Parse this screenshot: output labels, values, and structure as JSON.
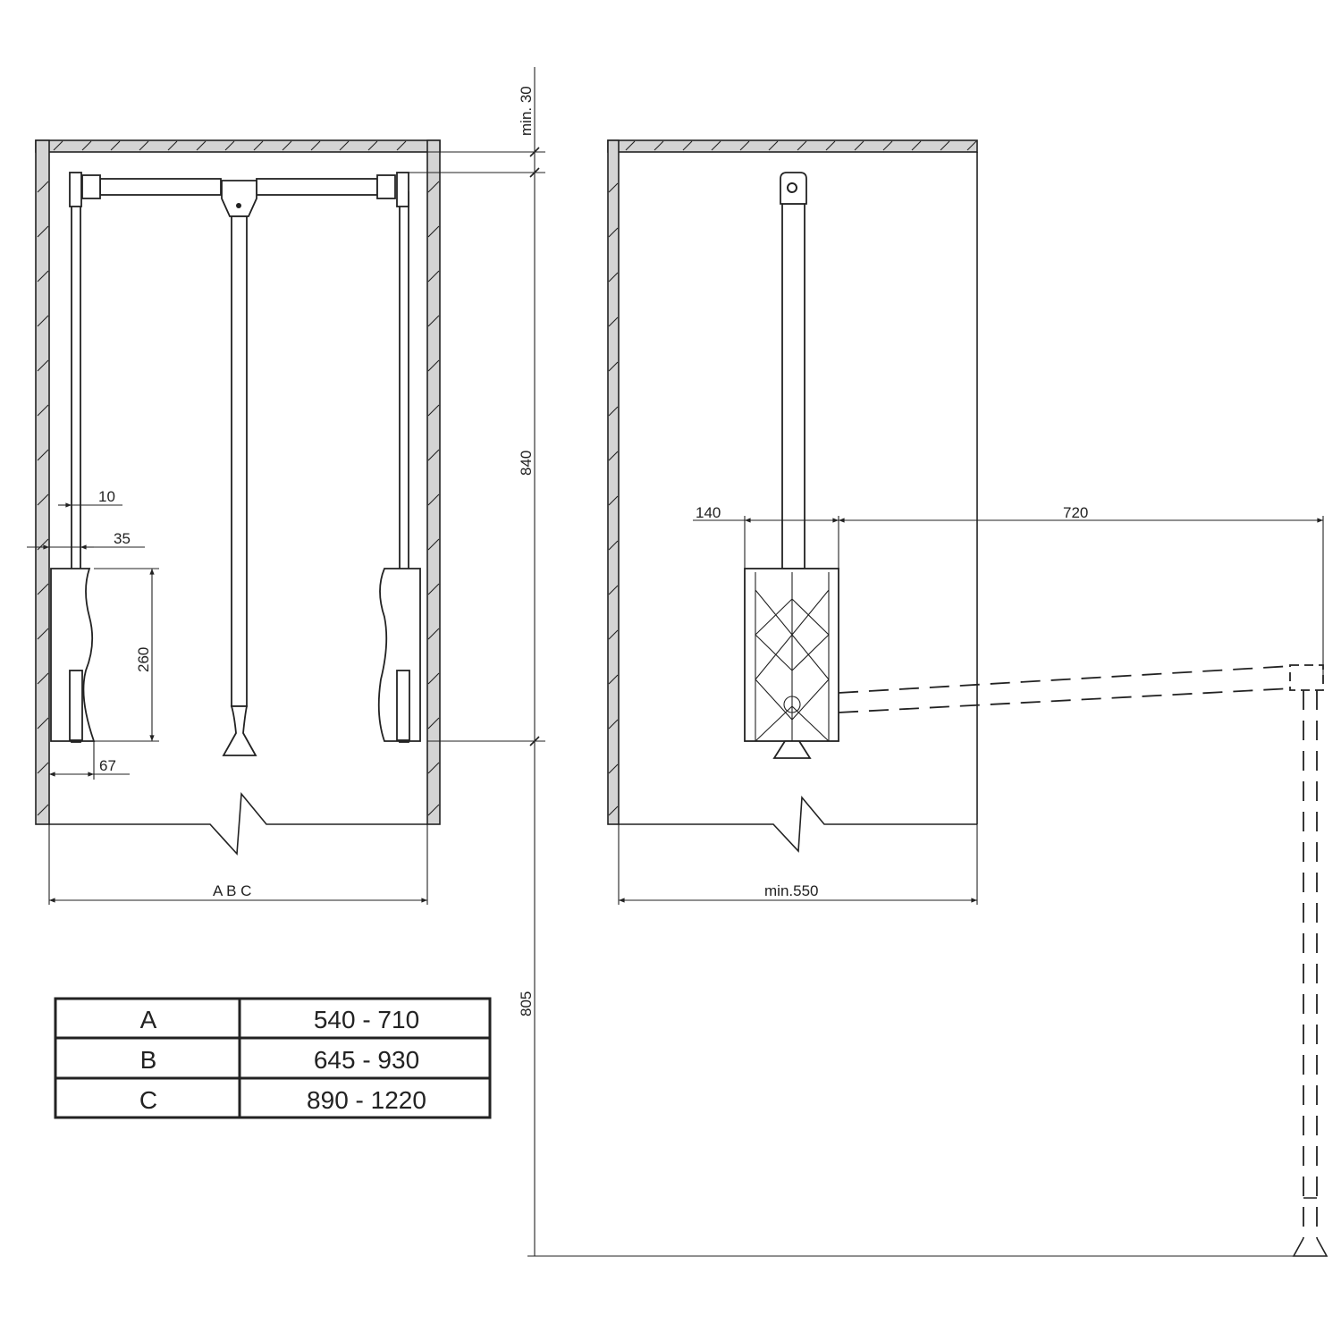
{
  "dimensions": {
    "min_gap_top": "min. 30",
    "rail_height": "840",
    "lowered_height": "805",
    "offset_10": "10",
    "offset_35": "35",
    "plate_height": "260",
    "plate_width": "67",
    "cabinet_width": "A B C",
    "mechanism_depth": "140",
    "swing_out": "720",
    "cabinet_depth": "min.550"
  },
  "size_table": {
    "rows": [
      {
        "size": "A",
        "range": "540 - 710"
      },
      {
        "size": "B",
        "range": "645 - 930"
      },
      {
        "size": "C",
        "range": "890 - 1220"
      }
    ]
  }
}
